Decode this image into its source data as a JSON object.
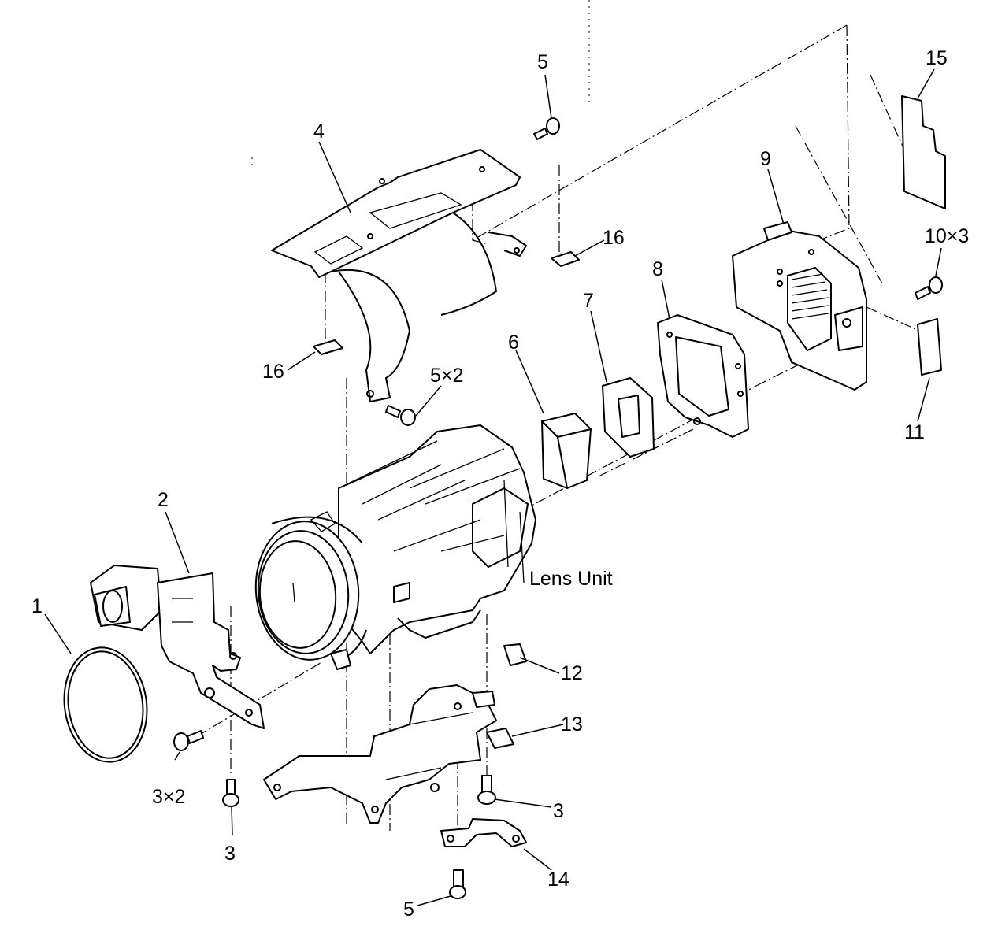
{
  "diagram": {
    "lens_unit_label": "Lens Unit",
    "parts": [
      {
        "id": "p1",
        "label": "1",
        "name": "o-ring-icon"
      },
      {
        "id": "p2",
        "label": "2",
        "name": "bracket-icon"
      },
      {
        "id": "p3a",
        "label": "3×2",
        "name": "screw-icon"
      },
      {
        "id": "p3b",
        "label": "3",
        "name": "screw-icon"
      },
      {
        "id": "p3c",
        "label": "3",
        "name": "screw-icon"
      },
      {
        "id": "p4",
        "label": "4",
        "name": "shield-cover-icon"
      },
      {
        "id": "p5a",
        "label": "5",
        "name": "screw-icon"
      },
      {
        "id": "p5b",
        "label": "5×2",
        "name": "screw-icon"
      },
      {
        "id": "p5c",
        "label": "5",
        "name": "screw-icon"
      },
      {
        "id": "p6",
        "label": "6",
        "name": "filter-block-icon"
      },
      {
        "id": "p7",
        "label": "7",
        "name": "rubber-seal-icon"
      },
      {
        "id": "p8",
        "label": "8",
        "name": "plate-frame-icon"
      },
      {
        "id": "p9",
        "label": "9",
        "name": "ccd-board-icon"
      },
      {
        "id": "p10",
        "label": "10×3",
        "name": "screw-icon"
      },
      {
        "id": "p11",
        "label": "11",
        "name": "pad-icon"
      },
      {
        "id": "p12",
        "label": "12",
        "name": "spacer-icon"
      },
      {
        "id": "p13",
        "label": "13",
        "name": "spacer-icon"
      },
      {
        "id": "p14",
        "label": "14",
        "name": "clip-icon"
      },
      {
        "id": "p15",
        "label": "15",
        "name": "insulator-sheet-icon"
      },
      {
        "id": "p16a",
        "label": "16",
        "name": "tape-icon"
      },
      {
        "id": "p16b",
        "label": "16",
        "name": "tape-icon"
      }
    ]
  }
}
